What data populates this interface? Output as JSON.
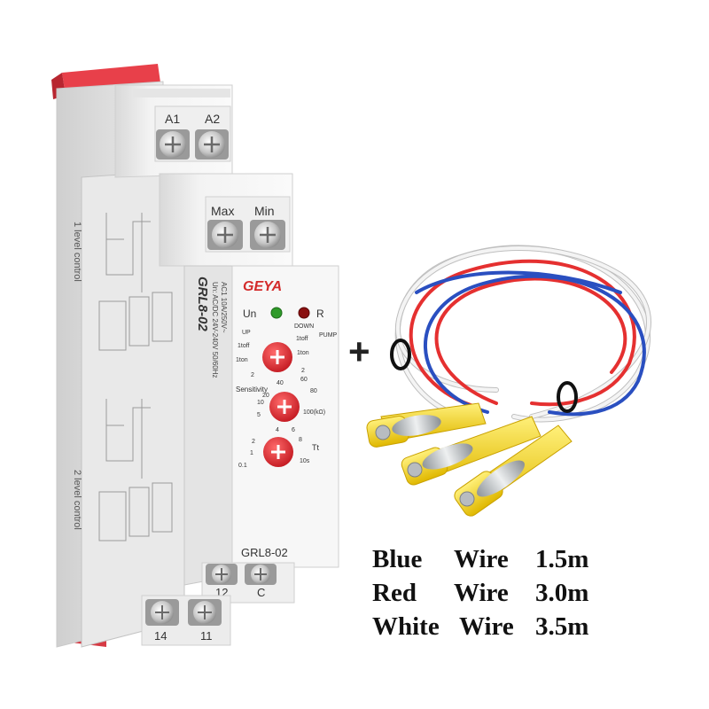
{
  "relay": {
    "terminals_top": [
      "A1",
      "A2"
    ],
    "terminals_mid": [
      "Max",
      "Min"
    ],
    "terminals_bottom_front": [
      "12",
      "C"
    ],
    "terminals_bottom_back": [
      "14",
      "11"
    ],
    "brand": "GEYA",
    "model": "GRL8-02",
    "model_front_label": "GRL8-02",
    "indicator_un": "Un",
    "indicator_r": "R",
    "mode_up": "UP",
    "mode_down": "DOWN",
    "mode_pump": "PUMP",
    "dial1_left_top": "1toff",
    "dial1_left_bottom": "1ton",
    "dial1_right_top": "1toff",
    "dial1_right_bottom": "1ton",
    "dial1_num_left": "2",
    "dial1_num_right": "2",
    "sensitivity_label": "Sensitivity",
    "sens_scale": [
      "40",
      "60",
      "20",
      "80",
      "10",
      "5",
      "100(kΩ)"
    ],
    "time_label": "Tt",
    "time_scale": [
      "4",
      "6",
      "2",
      "8",
      "1",
      "0.1",
      "10s"
    ],
    "side_spec_1": "Un: AC/DC 24V-240V 50/60Hz",
    "side_spec_2": "AC1 10A/250V~",
    "side_label_1": "1 level control",
    "side_label_2": "2 level control",
    "diagram_labels": [
      "14",
      "11",
      "12",
      "C",
      "Max",
      "Min",
      "A1",
      "A2",
      "Un"
    ],
    "colors": {
      "housing": "#f1f1f1",
      "housing_shadow": "#d6d6d6",
      "latch": "#e8404a",
      "dial": "#e0242e",
      "led_green": "#2f9a2a",
      "led_red": "#b01818",
      "brand_red": "#d32a2a"
    }
  },
  "plus_sign": "+",
  "wires": [
    {
      "color_name": "Blue",
      "type": "Wire",
      "length": "1.5m",
      "hex": "#2a4fc0"
    },
    {
      "color_name": "Red",
      "type": "Wire",
      "length": "3.0m",
      "hex": "#e53030"
    },
    {
      "color_name": "White",
      "type": "Wire",
      "length": "3.5m",
      "hex": "#f4f4f4"
    }
  ],
  "probe": {
    "color": "#f2d21c",
    "tip": "#cfd3d6",
    "tie": "#111111"
  }
}
